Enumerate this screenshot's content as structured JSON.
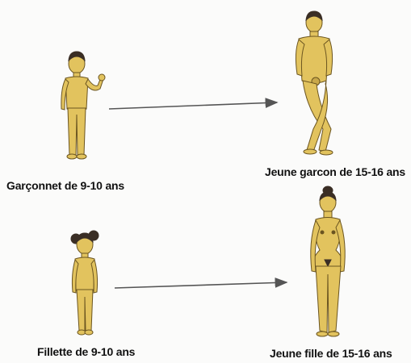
{
  "captions": {
    "boy_child": "Garçonnet de 9-10 ans",
    "boy_teen": "Jeune garcon de 15-16 ans",
    "girl_child": "Fillette de 9-10 ans",
    "girl_teen": "Jeune fille de 15-16 ans"
  },
  "colors": {
    "skin": "#e2c35e",
    "skin_shade": "#c9a84a",
    "outline": "#6b5520",
    "hair": "#3a2e25",
    "arrow": "#555555",
    "text": "#111111"
  },
  "icons": {
    "boy_child": "child-boy-figure",
    "boy_teen": "teen-boy-figure",
    "girl_child": "child-girl-figure",
    "girl_teen": "teen-girl-figure",
    "arrow": "growth-arrow-icon"
  }
}
